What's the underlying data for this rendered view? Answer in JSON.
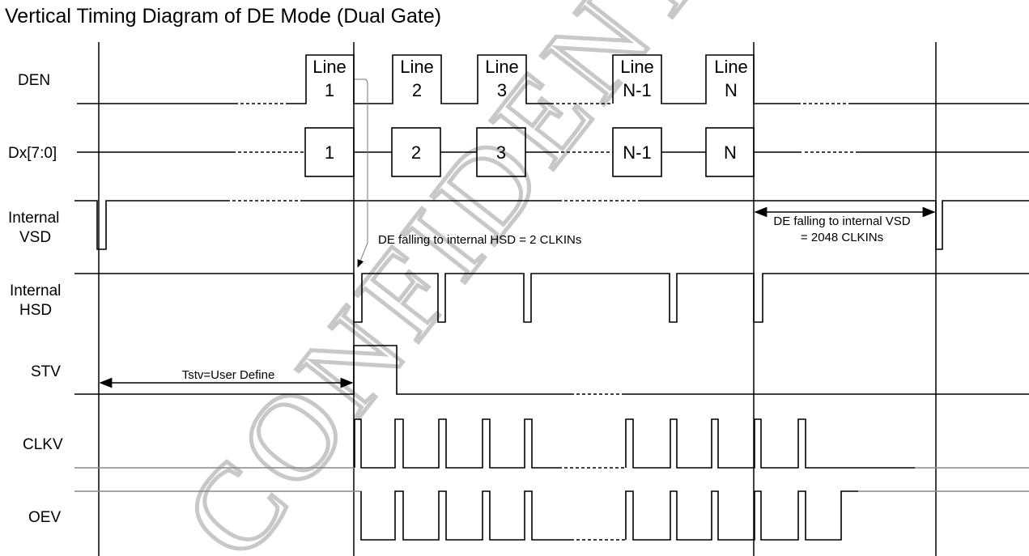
{
  "title": "Vertical Timing Diagram of DE Mode (Dual Gate)",
  "watermark": "CONFIDENTIAL",
  "signals": {
    "den": "DEN",
    "dx": "Dx[7:0]",
    "vsd": [
      "Internal",
      "VSD"
    ],
    "hsd": [
      "Internal",
      "HSD"
    ],
    "stv": "STV",
    "clkv": "CLKV",
    "oev": "OEV"
  },
  "den_pulses": [
    {
      "top": "Line",
      "bottom": "1"
    },
    {
      "top": "Line",
      "bottom": "2"
    },
    {
      "top": "Line",
      "bottom": "3"
    },
    {
      "top": "Line",
      "bottom": "N-1"
    },
    {
      "top": "Line",
      "bottom": "N"
    }
  ],
  "dx_boxes": [
    "1",
    "2",
    "3",
    "N-1",
    "N"
  ],
  "annotations": {
    "hsd_delay": "DE falling to internal HSD = 2 CLKINs",
    "vsd_delay": [
      "DE falling to internal VSD",
      "= 2048 CLKINs"
    ],
    "tstv": "Tstv=User Define"
  }
}
